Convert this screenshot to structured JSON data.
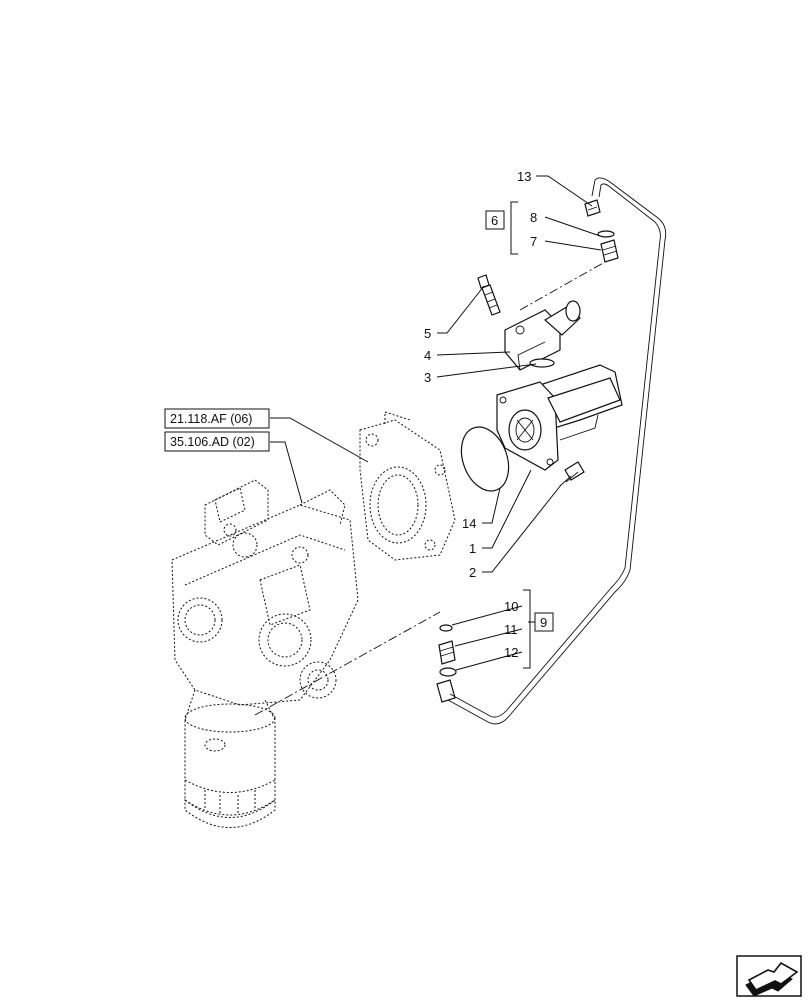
{
  "callouts": {
    "c1": "1",
    "c2": "2",
    "c3": "3",
    "c4": "4",
    "c5": "5",
    "c6": "6",
    "c7": "7",
    "c8": "8",
    "c9": "9",
    "c10": "10",
    "c11": "11",
    "c12": "12",
    "c13": "13",
    "c14": "14"
  },
  "references": {
    "ref1": "21.118.AF (06)",
    "ref2": "35.106.AD (02)"
  },
  "icons": {
    "nav": "next-page-arrow-icon"
  }
}
